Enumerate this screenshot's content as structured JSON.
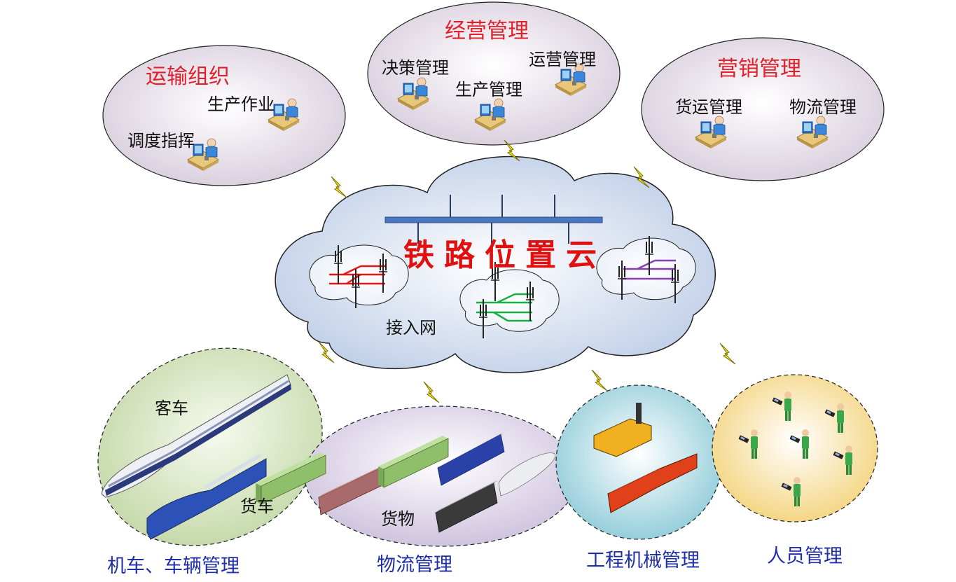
{
  "groups": {
    "transport": {
      "title": "运输组织",
      "items": [
        "生产作业",
        "调度指挥"
      ]
    },
    "operation": {
      "title": "经营管理",
      "items": [
        "决策管理",
        "运营管理",
        "生产管理"
      ]
    },
    "marketing": {
      "title": "营销管理",
      "items": [
        "货运管理",
        "物流管理"
      ]
    }
  },
  "cloud": {
    "title": "铁路位置云",
    "access": "接入网"
  },
  "bottom": {
    "vehicles": {
      "label": "机车、车辆管理",
      "passenger": "客车",
      "freight": "货车"
    },
    "logistics": {
      "label": "物流管理",
      "cargo": "货物"
    },
    "engineering": {
      "label": "工程机械管理"
    },
    "personnel": {
      "label": "人员管理"
    }
  },
  "colors": {
    "title_red": "#e0202a",
    "bottom_blue": "#1f2fa8",
    "cloud_red": "#e01010",
    "bus_blue": "#4a78c0",
    "track_red": "#e01818",
    "track_green": "#18b040",
    "track_purple": "#8a3cb0",
    "lightning": "#f5e61a"
  }
}
